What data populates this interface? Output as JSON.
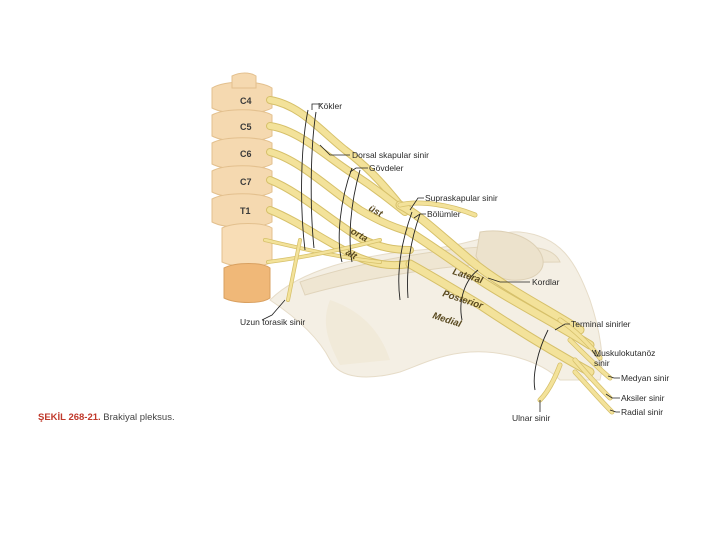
{
  "vertebrae": [
    "C4",
    "C5",
    "C6",
    "C7",
    "T1"
  ],
  "labels": {
    "roots": "Kökler",
    "dorsal_scapular": "Dorsal skapular sinir",
    "trunks": "Gövdeler",
    "suprascapular": "Supraskapular sinir",
    "divisions": "Bölümler",
    "cords": "Kordlar",
    "long_thoracic": "Uzun torasik sinir",
    "terminal_nerves": "Terminal sinirler",
    "musculocutaneous": "Muskulokutanöz sinir",
    "median": "Medyan sinir",
    "axillary": "Aksiler sinir",
    "radial": "Radial sinir",
    "ulnar": "Ulnar sinir"
  },
  "trunk_names": [
    "üst",
    "orta",
    "alt"
  ],
  "cord_names": [
    "Lateral",
    "Posterior",
    "Medial"
  ],
  "caption": {
    "figure": "ŞEKİL 268-21.",
    "text": " Brakiyal pleksus."
  },
  "colors": {
    "nerve": "#f3e29a",
    "vertebra": "#f5d9b0",
    "vertebra_lower": "#f0b878",
    "background_tissue": "#f4efe4",
    "figure_label": "#c0392b"
  }
}
